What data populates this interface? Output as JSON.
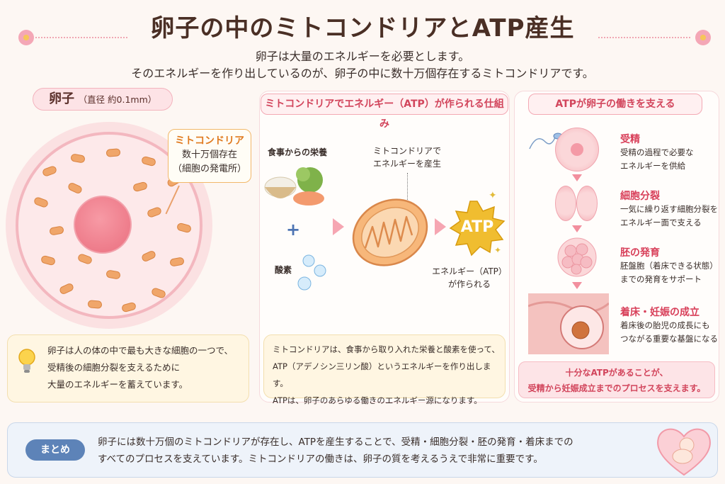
{
  "header": {
    "title": "卵子の中のミトコンドリアとATP産生",
    "subtitle_line1": "卵子は大量のエネルギーを必要とします。",
    "subtitle_line2": "そのエネルギーを作り出しているのが、卵子の中に数十万個存在するミトコンドリアです。"
  },
  "left_panel": {
    "label_main": "卵子",
    "label_sub": "（直径 約0.1mm）",
    "callout_title": "ミトコンドリア",
    "callout_line1": "数十万個存在",
    "callout_line2": "（細胞の発電所）",
    "info_line1": "卵子は人の体の中で最も大きな細胞の一つで、",
    "info_line2": "受精後の細胞分裂を支えるために",
    "info_line3": "大量のエネルギーを蓄えています。"
  },
  "middle_panel": {
    "heading": "ミトコンドリアでエネルギー（ATP）が作られる仕組み",
    "food_label": "食事からの栄養",
    "plus": "+",
    "oxygen_label": "酸素",
    "mito_label_line1": "ミトコンドリアで",
    "mito_label_line2": "エネルギーを産生",
    "atp_badge": "ATP",
    "atp_label_line1": "エネルギー（ATP）",
    "atp_label_line2": "が作られる",
    "info_line1": "ミトコンドリアは、食事から取り入れた栄養と酸素を使って、",
    "info_line2": "ATP（アデノシン三リン酸）というエネルギーを作り出します。",
    "info_line3": "ATPは、卵子のあらゆる働きのエネルギー源になります。"
  },
  "right_panel": {
    "heading": "ATPが卵子の働きを支える",
    "steps": [
      {
        "title": "受精",
        "line1": "受精の過程で必要な",
        "line2": "エネルギーを供給"
      },
      {
        "title": "細胞分裂",
        "line1": "一気に繰り返す細胞分裂を",
        "line2": "エネルギー面で支える"
      },
      {
        "title": "胚の発育",
        "line1": "胚盤胞（着床できる状態）",
        "line2": "までの発育をサポート"
      },
      {
        "title": "着床・妊娠の成立",
        "line1": "着床後の胎児の成長にも",
        "line2": "つながる重要な基盤になる"
      }
    ],
    "footer_line1": "十分なATPがあることが、",
    "footer_line2": "受精から妊娠成立までのプロセスを支えます。"
  },
  "summary": {
    "badge": "まとめ",
    "line1": "卵子には数十万個のミトコンドリアが存在し、ATPを産生することで、受精・細胞分裂・胚の発育・着床までの",
    "line2": "すべてのプロセスを支えています。ミトコンドリアの働きは、卵子の質を考えるうえで非常に重要です。"
  },
  "colors": {
    "accent_pink": "#d8405a",
    "accent_orange": "#e07a1f",
    "atp_gold": "#e9b21e",
    "summary_blue": "#5d83b8"
  },
  "icons": [
    "flower-icon",
    "lightbulb-icon",
    "sparkle-icon",
    "sperm-icon",
    "heart-baby-icon"
  ]
}
